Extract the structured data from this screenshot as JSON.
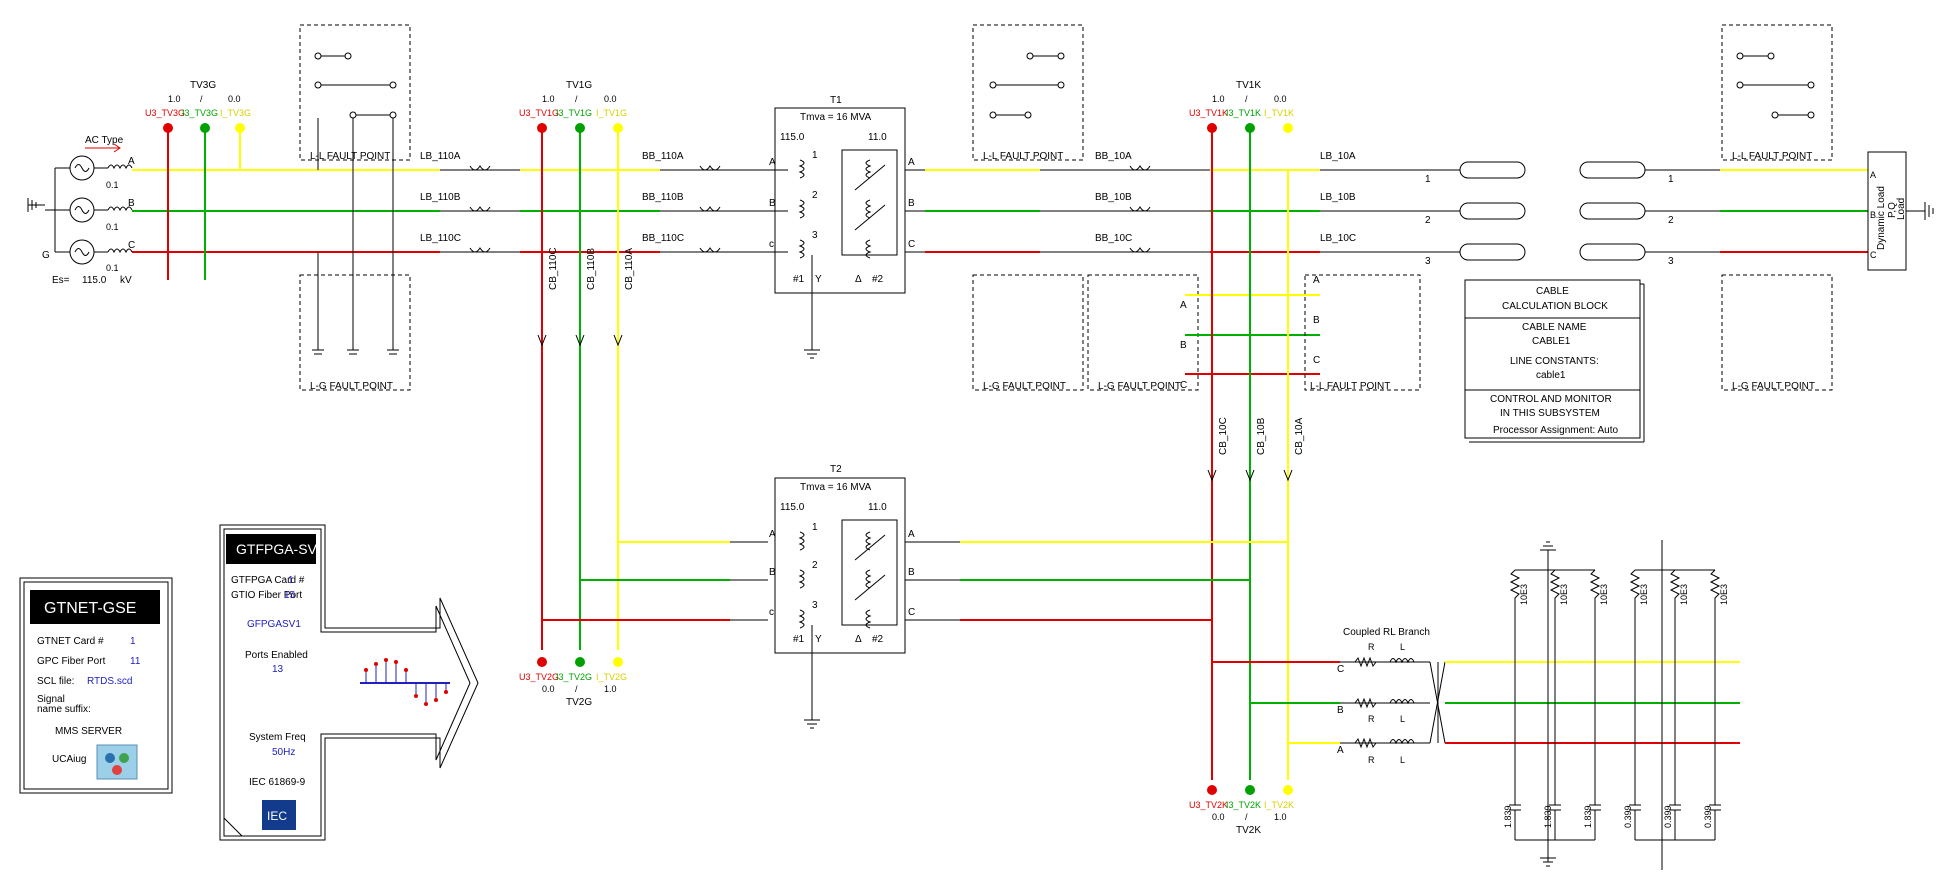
{
  "colors": {
    "phaseA": "#ffff00",
    "phaseB": "#00b000",
    "phaseC": "#e00000",
    "line": "#000000"
  },
  "source": {
    "ac_type": "AC Type",
    "phases": [
      "A",
      "B",
      "C"
    ],
    "impedance": "0.1",
    "es_label": "Es=",
    "es_value": "115.0",
    "es_unit": "kV",
    "ground": "G"
  },
  "meters": {
    "tv3g": {
      "name": "TV3G",
      "top": "1.0",
      "sep": "/",
      "right": "0.0",
      "labels": [
        "U3_TV3G",
        "I3_TV3G",
        "I_TV3G"
      ]
    },
    "tv1g": {
      "name": "TV1G",
      "top": "1.0",
      "sep": "/",
      "right": "0.0",
      "labels": [
        "U3_TV1G",
        "I3_TV1G",
        "I_TV1G"
      ]
    },
    "tv1k": {
      "name": "TV1K",
      "top": "1.0",
      "sep": "/",
      "right": "0.0",
      "labels": [
        "U3_TV1K",
        "I3_TV1K",
        "I_TV1K"
      ]
    },
    "tv2g": {
      "name": "TV2G",
      "top": "0.0",
      "sep": "/",
      "right": "1.0",
      "labels": [
        "U3_TV2G",
        "I3_TV2G",
        "I_TV2G"
      ]
    },
    "tv2k": {
      "name": "TV2K",
      "top": "0.0",
      "sep": "/",
      "right": "1.0",
      "labels": [
        "U3_TV2K",
        "I3_TV2K",
        "I_TV2K"
      ]
    }
  },
  "labels": {
    "lb110": [
      "LB_110A",
      "LB_110B",
      "LB_110C"
    ],
    "bb110": [
      "BB_110A",
      "BB_110B",
      "BB_110C"
    ],
    "bb10": [
      "BB_10A",
      "BB_10B",
      "BB_10C"
    ],
    "lb10": [
      "LB_10A",
      "LB_10B",
      "LB_10C"
    ],
    "cb110": [
      "CB_110C",
      "CB_110B",
      "CB_110A"
    ],
    "cb10": [
      "CB_10C",
      "CB_10B",
      "CB_10A"
    ],
    "ll_fault": "L-L FAULT POINT",
    "lg_fault": "L-G FAULT POINT",
    "phase_abc": [
      "A",
      "B",
      "C"
    ],
    "cable_nums": [
      "1",
      "2",
      "3"
    ]
  },
  "transformers": {
    "t1": {
      "name": "T1",
      "rating": "Tmva = 16 MVA",
      "v1": "115.0",
      "v2": "11.0",
      "w1": "#1",
      "y": "Y",
      "delta": "Δ",
      "w2": "#2",
      "prim": [
        "A",
        "B",
        "c"
      ],
      "sec": [
        "A",
        "B",
        "C"
      ],
      "coils": [
        "1",
        "2",
        "3"
      ]
    },
    "t2": {
      "name": "T2",
      "rating": "Tmva = 16 MVA",
      "v1": "115.0",
      "v2": "11.0",
      "w1": "#1",
      "y": "Y",
      "delta": "Δ",
      "w2": "#2",
      "prim": [
        "A",
        "B",
        "c"
      ],
      "sec": [
        "A",
        "B",
        "C"
      ],
      "coils": [
        "1",
        "2",
        "3"
      ]
    }
  },
  "cable_block": {
    "title1": "CABLE",
    "title2": "CALCULATION BLOCK",
    "name_label": "CABLE NAME",
    "name": "CABLE1",
    "lc_label": "LINE CONSTANTS:",
    "lc": "cable1",
    "cm1": "CONTROL AND MONITOR",
    "cm2": "IN THIS SUBSYSTEM",
    "proc": "Processor Assignment: Auto"
  },
  "load": {
    "l1": "Dynamic Load",
    "l2": "P,Q",
    "l3": "Load",
    "phases": [
      "A",
      "B",
      "C"
    ]
  },
  "coupled_rl": {
    "title": "Coupled RL Branch",
    "r": "R",
    "l": "L",
    "phases": [
      "C",
      "B",
      "A"
    ]
  },
  "filters": {
    "r_values": [
      "10E3",
      "10E3",
      "10E3",
      "10E3",
      "10E3",
      "10E3"
    ],
    "c_values": [
      "1.839",
      "1.839",
      "1.839",
      "0.399",
      "0.399",
      "0.399"
    ]
  },
  "gtfpga": {
    "title": "GTFPGA-SV",
    "card_label": "GTFPGA Card #",
    "card": "1",
    "port_label": "GTIO Fiber Port",
    "port": "15",
    "name": "GFPGASV1",
    "ports_label": "Ports Enabled",
    "ports": "13",
    "freq_label": "System Freq",
    "freq": "50Hz",
    "std": "IEC 61869-9",
    "logo": "IEC"
  },
  "gtnet": {
    "title": "GTNET-GSE",
    "card_label": "GTNET Card #",
    "card": "1",
    "gpc_label": "GPC Fiber Port",
    "gpc": "11",
    "scl_label": "SCL file:",
    "scl": "RTDS.scd",
    "sig1": "Signal",
    "sig2": "name suffix:",
    "server": "MMS SERVER",
    "uca": "UCAiug"
  }
}
